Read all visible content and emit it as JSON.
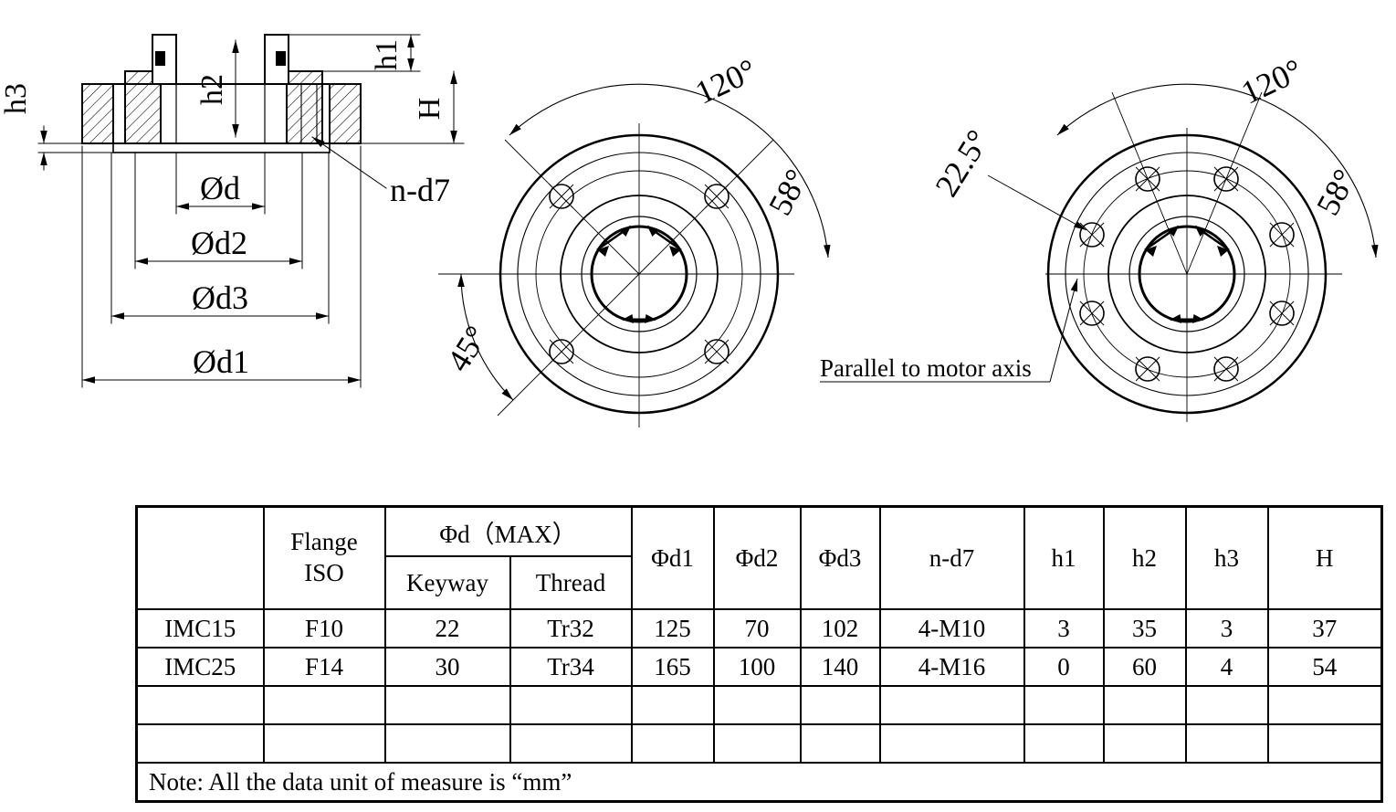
{
  "section_view": {
    "h3": "h3",
    "h1": "h1",
    "h2": "h2",
    "H": "H",
    "od": "Ød",
    "od2": "Ød2",
    "od3": "Ød3",
    "od1": "Ød1",
    "nd7": "n-d7"
  },
  "front_view_4hole": {
    "angle_top": "120°",
    "angle_right": "58°",
    "angle_left": "45°"
  },
  "front_view_8hole": {
    "angle_top": "120°",
    "angle_right": "58°",
    "angle_left": "22.5°"
  },
  "annotations": {
    "parallel": "Parallel to motor axis"
  },
  "table": {
    "header": {
      "corner": "",
      "flange_line1": "Flange",
      "flange_line2": "ISO",
      "phid_max": "Φd（MAX）",
      "keyway": "Keyway",
      "thread": "Thread",
      "phid1": "Φd1",
      "phid2": "Φd2",
      "phid3": "Φd3",
      "nd7": "n-d7",
      "h1": "h1",
      "h2": "h2",
      "h3": "h3",
      "H": "H"
    },
    "rows": [
      [
        "IMC15",
        "F10",
        "22",
        "Tr32",
        "125",
        "70",
        "102",
        "4-M10",
        "3",
        "35",
        "3",
        "37"
      ],
      [
        "IMC25",
        "F14",
        "30",
        "Tr34",
        "165",
        "100",
        "140",
        "4-M16",
        "0",
        "60",
        "4",
        "54"
      ],
      [
        "",
        "",
        "",
        "",
        "",
        "",
        "",
        "",
        "",
        "",
        "",
        ""
      ],
      [
        "",
        "",
        "",
        "",
        "",
        "",
        "",
        "",
        "",
        "",
        "",
        ""
      ]
    ],
    "note": "Note: All the data unit of measure is “mm”"
  }
}
